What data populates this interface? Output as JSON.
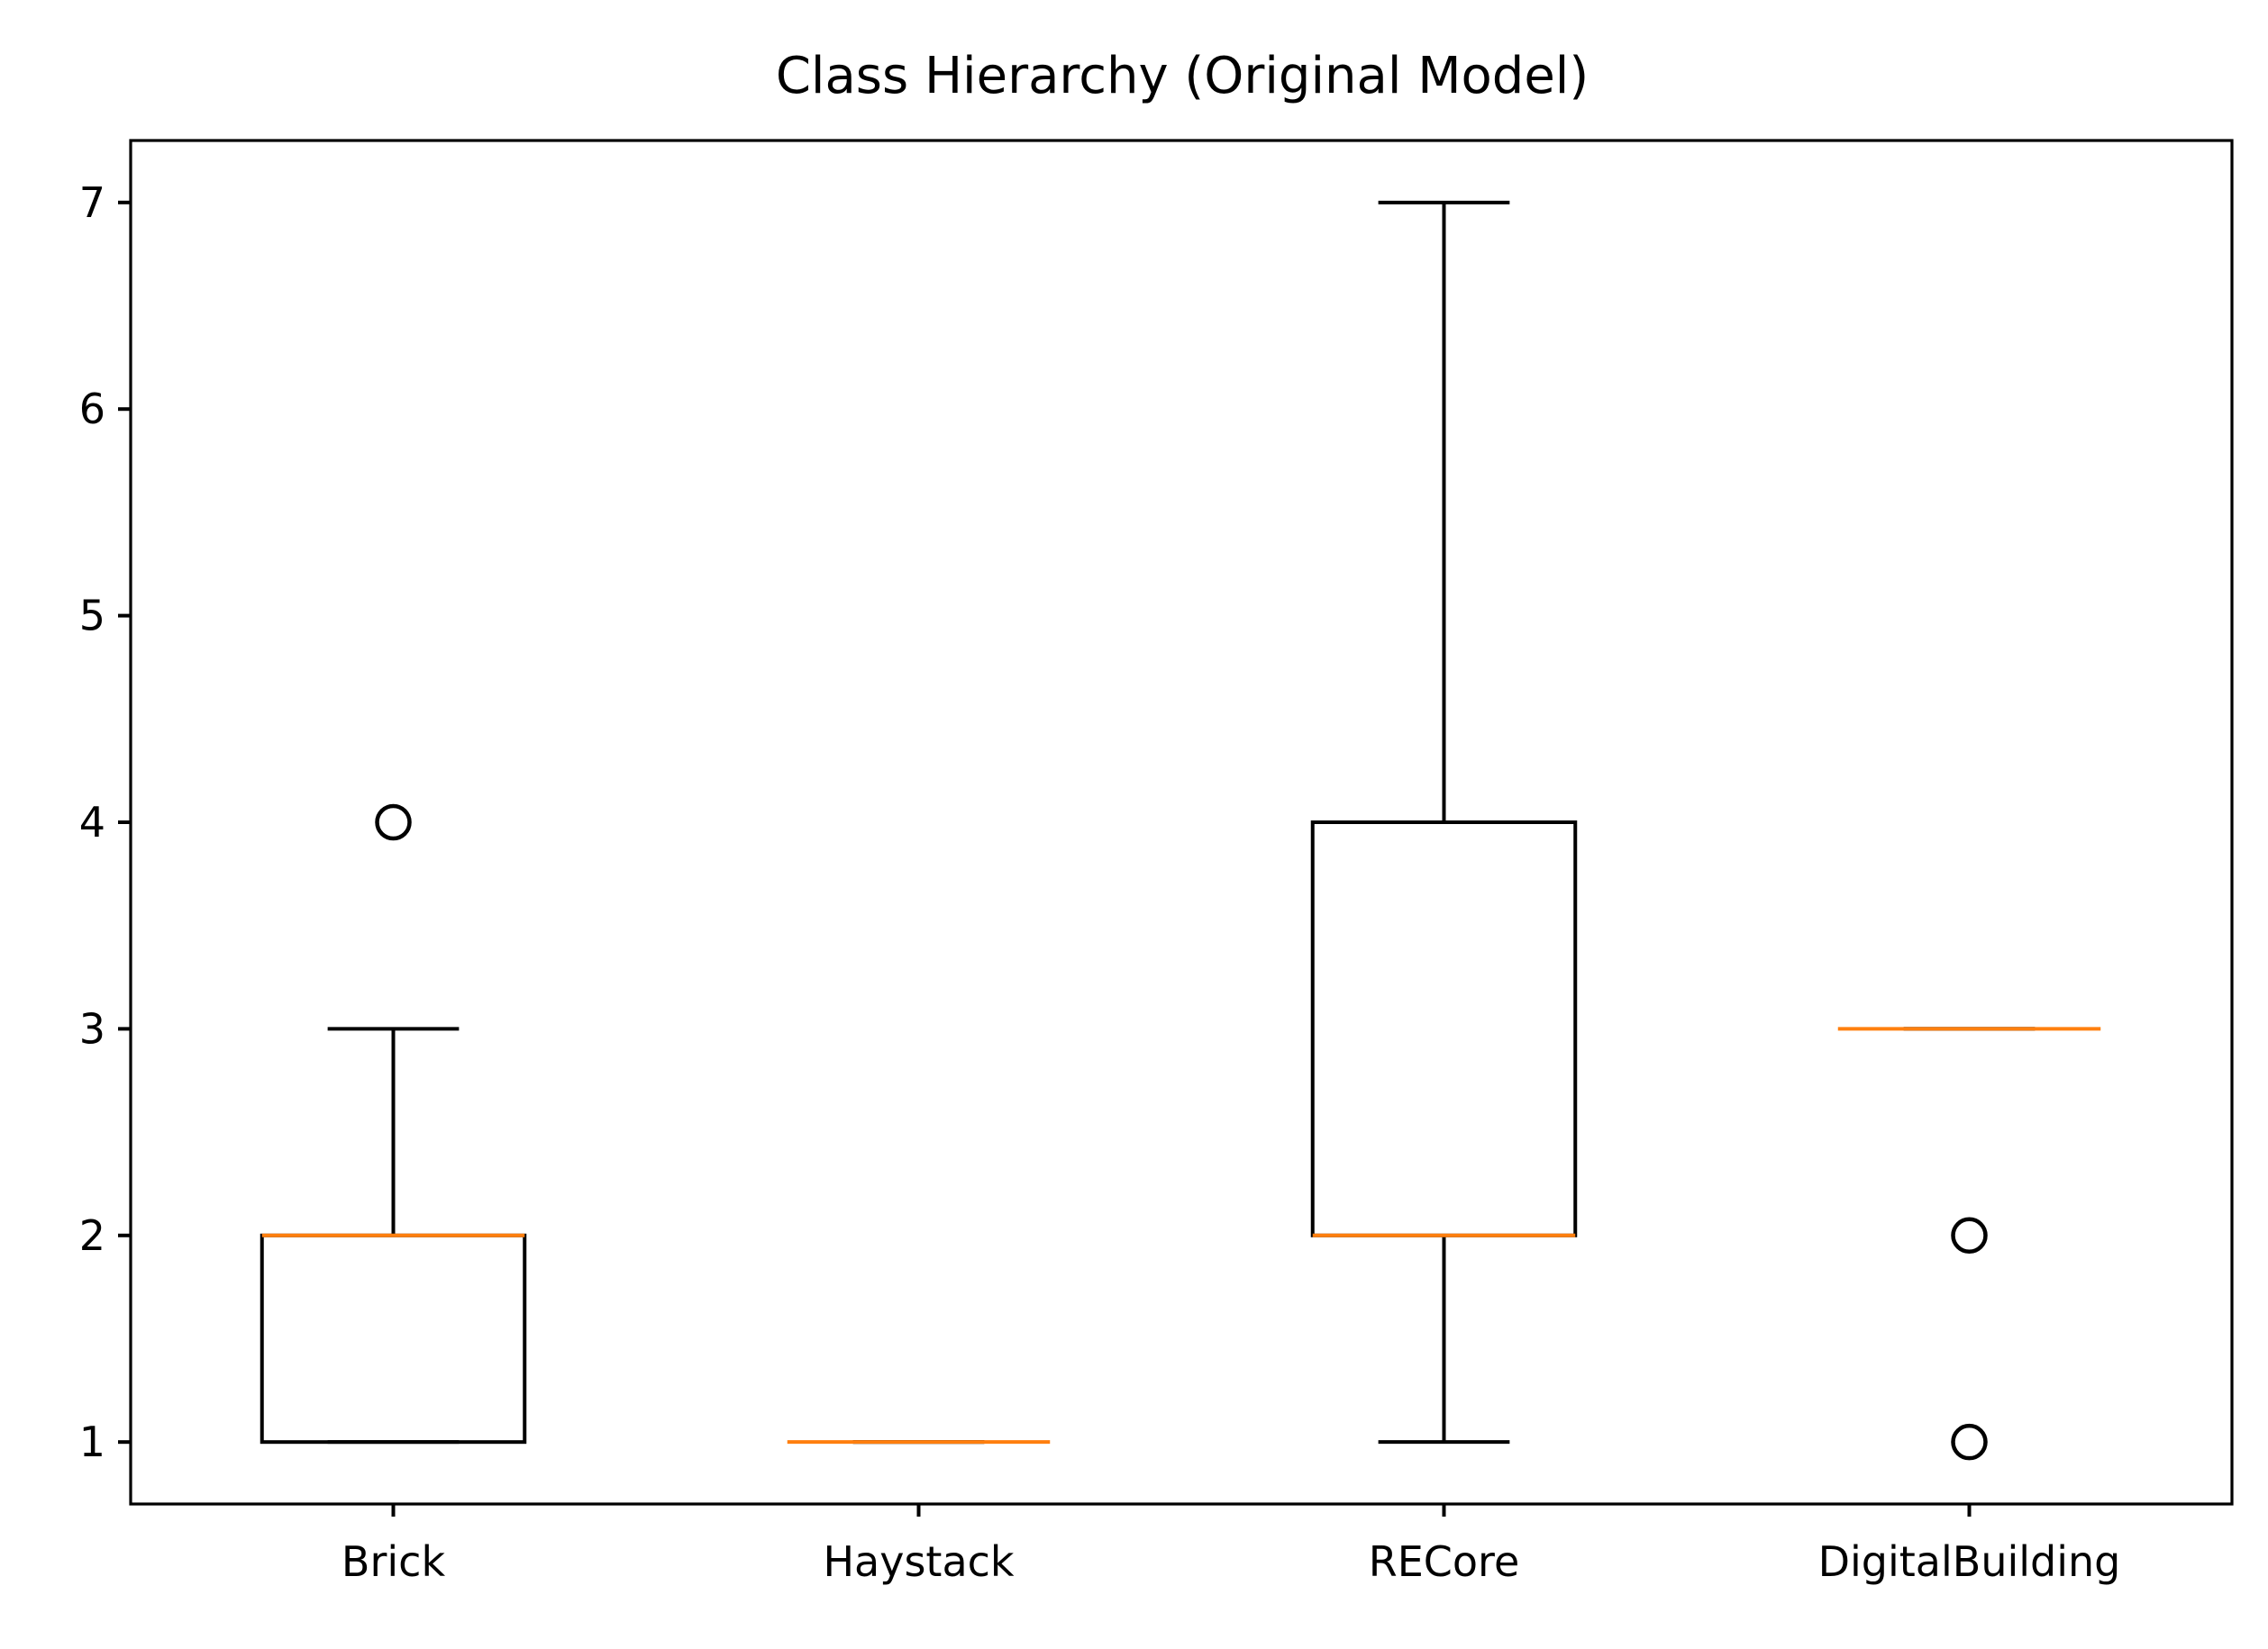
{
  "chart_data": {
    "type": "box",
    "title": "Class Hierarchy (Original Model)",
    "xlabel": "",
    "ylabel": "",
    "ylim": [
      0.7,
      7.3
    ],
    "yticks": [
      1,
      2,
      3,
      4,
      5,
      6,
      7
    ],
    "categories": [
      "Brick",
      "Haystack",
      "RECore",
      "DigitalBuilding"
    ],
    "boxes": [
      {
        "name": "Brick",
        "whisker_low": 1,
        "q1": 1,
        "median": 2,
        "q3": 2,
        "whisker_high": 3,
        "outliers": [
          4
        ]
      },
      {
        "name": "Haystack",
        "whisker_low": 1,
        "q1": 1,
        "median": 1,
        "q3": 1,
        "whisker_high": 1,
        "outliers": []
      },
      {
        "name": "RECore",
        "whisker_low": 1,
        "q1": 2,
        "median": 2,
        "q3": 4,
        "whisker_high": 7,
        "outliers": []
      },
      {
        "name": "DigitalBuilding",
        "whisker_low": 3,
        "q1": 3,
        "median": 3,
        "q3": 3,
        "whisker_high": 3,
        "outliers": [
          2,
          1
        ]
      }
    ],
    "grid": false,
    "colors": {
      "box": "#000000",
      "median": "#ff7f0e",
      "outlier": "#000000"
    }
  }
}
